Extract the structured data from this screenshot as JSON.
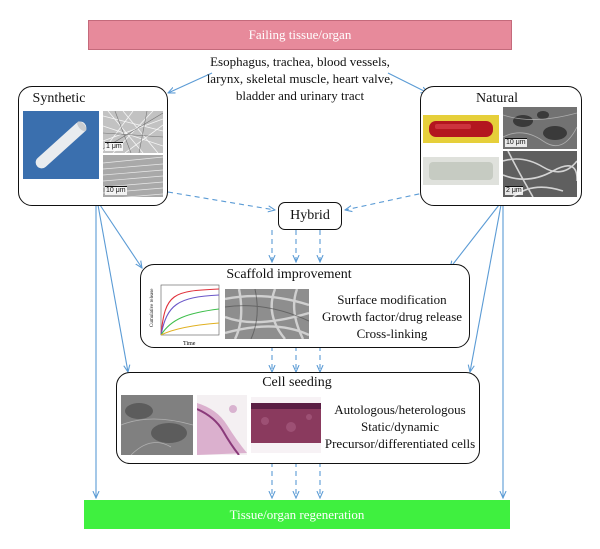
{
  "top": {
    "label": "Failing tissue/organ"
  },
  "targets": {
    "lines": [
      "Esophagus, trachea, blood vessels,",
      "larynx, skeletal muscle, heart valve,",
      "bladder and urinary tract"
    ]
  },
  "synthetic": {
    "title": "Synthetic",
    "scale_top": "1 μm",
    "scale_bottom": "10 μm"
  },
  "natural": {
    "title": "Natural",
    "scale_top": "10 μm",
    "scale_bottom": "2 μm"
  },
  "hybrid": {
    "label": "Hybrid"
  },
  "scaffold": {
    "title": "Scaffold improvement",
    "items": [
      "Surface modification",
      "Growth factor/drug release",
      "Cross-linking"
    ],
    "chart_ylabel": "Cumulative release",
    "chart_xlabel": "Time"
  },
  "cells": {
    "title": "Cell seeding",
    "items": [
      "Autologous/heterologous",
      "Static/dynamic",
      "Precursor/differentiated cells"
    ]
  },
  "bottom": {
    "label": "Tissue/organ regeneration"
  },
  "colors": {
    "top_bar": "#e78a9b",
    "bottom_bar": "#3ff03f",
    "arrow": "#5b9bd5"
  }
}
